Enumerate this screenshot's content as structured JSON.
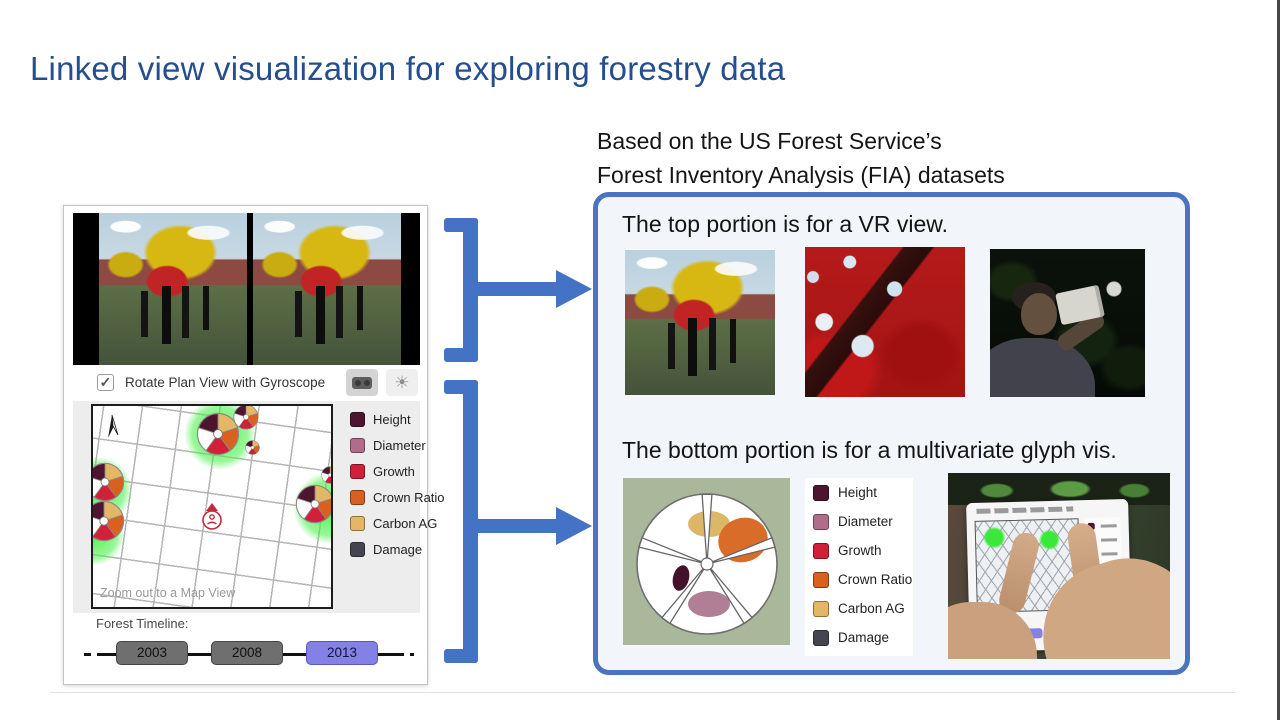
{
  "slide": {
    "title": "Linked view visualization for exploring forestry data",
    "subtitle_line1": "Based on the US Forest Service’s",
    "subtitle_line2": "Forest Inventory Analysis (FIA) datasets"
  },
  "app": {
    "gyroscope_label": "Rotate Plan View with Gyroscope",
    "checkbox_state": "checked",
    "check_glyph": "✓",
    "sun_glyph": "☀",
    "zoom_out_label": "Zoom out to a Map View",
    "timeline_label": "Forest Timeline:",
    "years": [
      "2003",
      "2008",
      "2013"
    ],
    "selected_year": "2013",
    "legend": [
      {
        "label": "Height",
        "color": "#4E1530"
      },
      {
        "label": "Diameter",
        "color": "#B06C88"
      },
      {
        "label": "Growth",
        "color": "#D02139"
      },
      {
        "label": "Crown Ratio",
        "color": "#D9601E"
      },
      {
        "label": "Carbon AG",
        "color": "#E3B766"
      },
      {
        "label": "Damage",
        "color": "#44454F"
      }
    ]
  },
  "panel": {
    "top_caption": "The top portion is for a VR view.",
    "bottom_caption": "The bottom portion is for a multivariate glyph vis."
  },
  "colors": {
    "title_blue": "#254E8F",
    "accent_blue": "#4472C4",
    "timeline_selected": "#8381E3",
    "timeline_gray": "#6F6F6F"
  }
}
